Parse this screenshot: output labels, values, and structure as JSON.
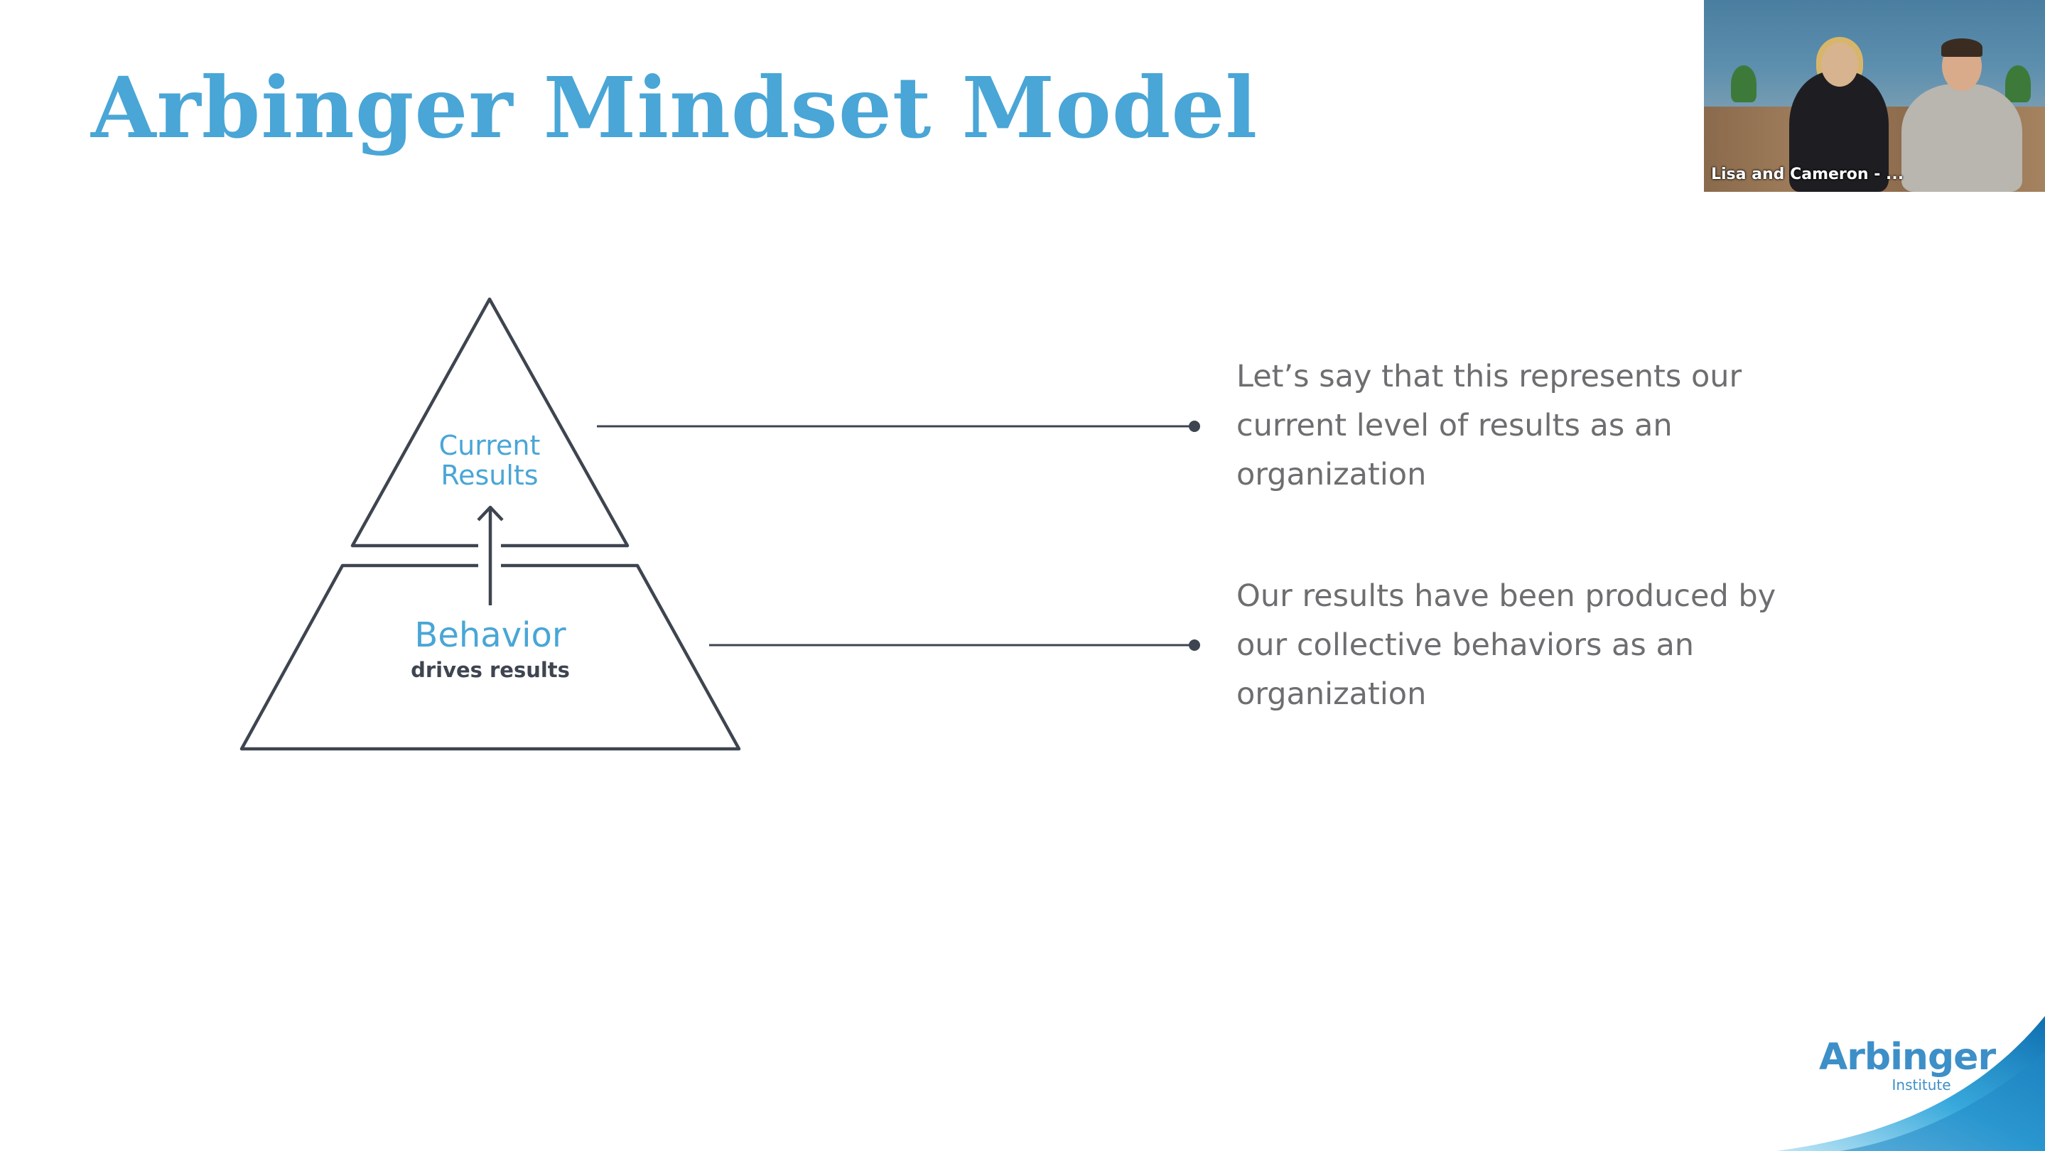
{
  "slide": {
    "title": "Arbinger Mindset Model"
  },
  "pyramid": {
    "top_label": "Current\nResults",
    "top_label_line1": "Current",
    "top_label_line2": "Results",
    "bottom_label": "Behavior",
    "bottom_sublabel": "drives results",
    "accent_color": "#49a6d6",
    "line_color": "#3e4550"
  },
  "notes": {
    "results_note": "Let’s say that this represents our current level of results as an organization",
    "behavior_note": "Our results have been produced by our collective behaviors as an organization"
  },
  "video_call": {
    "participant_caption": "Lisa and Cameron - ..."
  },
  "logo": {
    "brand": "Arbinger",
    "sub": "Institute",
    "color": "#3d8fc8"
  }
}
